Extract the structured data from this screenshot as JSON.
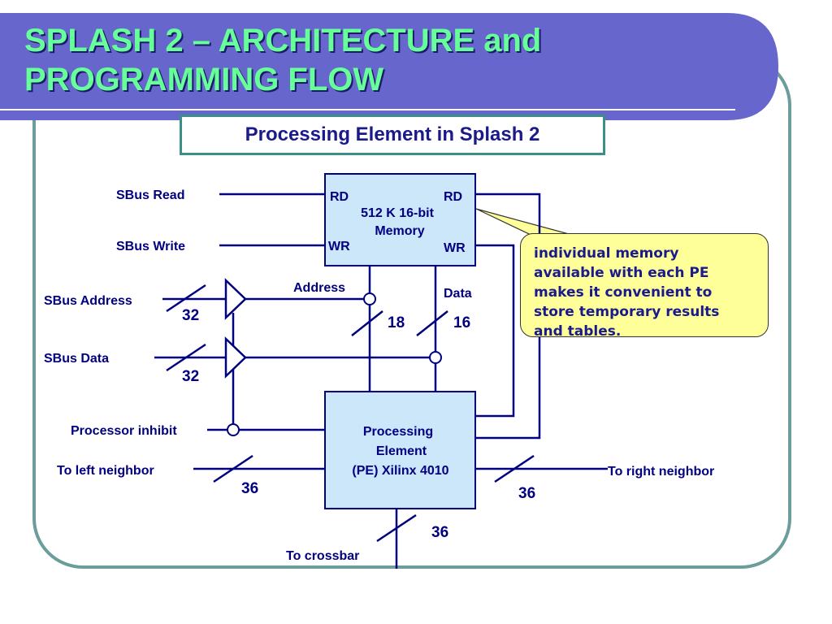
{
  "slide": {
    "title": "SPLASH 2 – ARCHITECTURE and PROGRAMMING FLOW",
    "title_lines": [
      "SPLASH 2 – ARCHITECTURE and",
      "PROGRAMMING FLOW"
    ],
    "subtitle": "Processing Element in Splash 2"
  },
  "colors": {
    "title_bar": "#6666cc",
    "title_text": "#66ff99",
    "frame_border": "#6b9e9a",
    "block_fill": "#cce6fa",
    "wire": "#000080",
    "note_fill": "#ffff99"
  },
  "diagram": {
    "memory": {
      "line1": "512 K 16-bit",
      "line2": "Memory",
      "rd_left": "RD",
      "rd_right": "RD",
      "wr_left": "WR",
      "wr_right": "WR"
    },
    "pe": {
      "line1": "Processing",
      "line2": "Element",
      "line3": "(PE) Xilinx 4010"
    },
    "labels": {
      "sbus_read": "SBus Read",
      "sbus_write": "SBus Write",
      "sbus_address": "SBus Address",
      "sbus_data": "SBus Data",
      "processor_inhibit": "Processor inhibit",
      "to_left_neighbor": "To left neighbor",
      "to_right_neighbor": "To right neighbor",
      "to_crossbar": "To crossbar",
      "address": "Address",
      "data": "Data"
    },
    "bus_widths": {
      "sbus_address": "32",
      "sbus_data": "32",
      "address": "18",
      "data": "16",
      "left_neighbor": "36",
      "right_neighbor": "36",
      "crossbar": "36"
    },
    "note": "individual memory\navailable with each PE\nmakes it convenient to\nstore temporary results\nand tables."
  }
}
